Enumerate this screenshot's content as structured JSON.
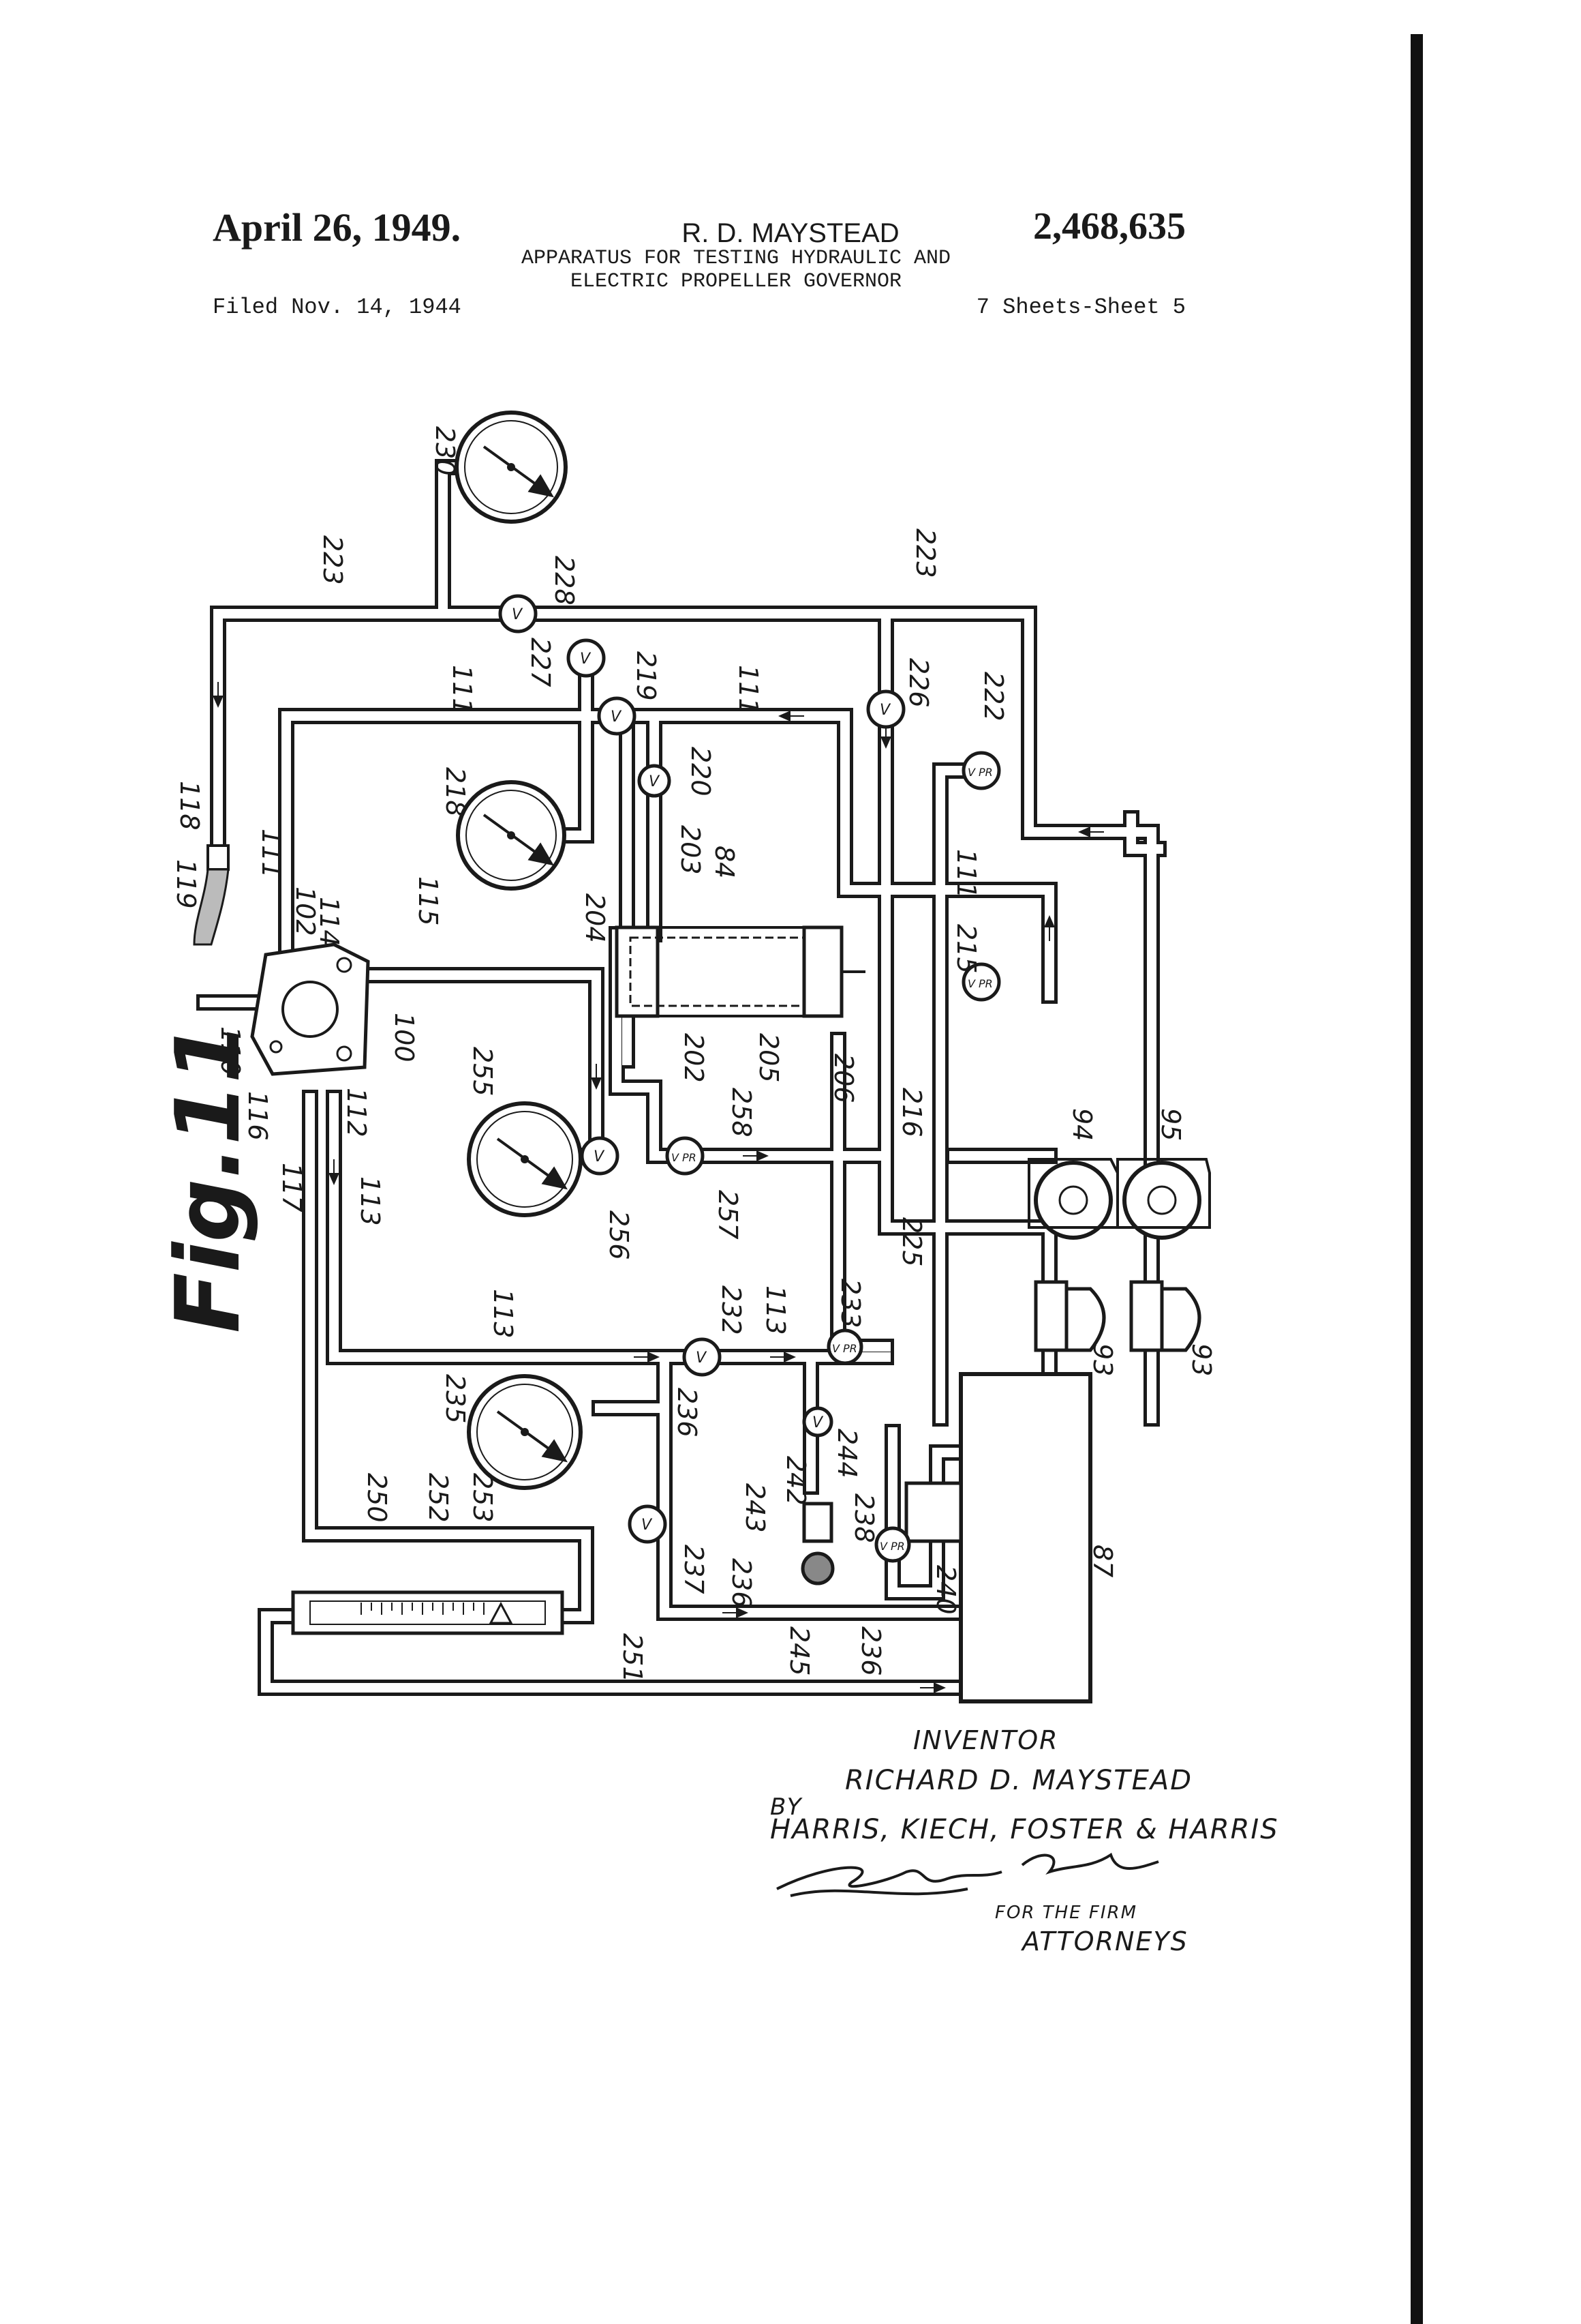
{
  "header": {
    "date": "April 26, 1949.",
    "inventor": "R. D. MAYSTEAD",
    "title_line1": "APPARATUS FOR TESTING HYDRAULIC AND",
    "title_line2": "ELECTRIC PROPELLER GOVERNOR",
    "patent_number": "2,468,635",
    "filed": "Filed Nov. 14, 1944",
    "sheets": "7 Sheets-Sheet 5"
  },
  "figure": {
    "label": "Fig.11",
    "labels": {
      "l230": "230",
      "l223a": "223",
      "l223b": "223",
      "l228": "228",
      "l227": "227",
      "l219": "219",
      "l226": "226",
      "l222": "222",
      "l111a": "111",
      "l111b": "111",
      "l111c": "111",
      "l111d": "111",
      "l118": "118",
      "l119": "119",
      "l218": "218",
      "l220": "220",
      "l203": "203",
      "l84": "84",
      "l204": "204",
      "l115": "115",
      "l114": "114",
      "l102": "102",
      "l100": "100",
      "l110": "110",
      "l116": "116",
      "l112": "112",
      "l215": "215",
      "l202": "202",
      "l205": "205",
      "l206": "206",
      "l258": "258",
      "l216": "216",
      "l225": "225",
      "l255": "255",
      "l256": "256",
      "l257": "257",
      "l94": "94",
      "l95": "95",
      "l117": "117",
      "l113a": "113",
      "l113b": "113",
      "l113c": "113",
      "l232": "232",
      "l233": "233",
      "l93a": "93",
      "l93b": "93",
      "l235": "235",
      "l236a": "236",
      "l236b": "236",
      "l236c": "236",
      "l244": "244",
      "l242": "242",
      "l243": "243",
      "l238": "238",
      "l250": "250",
      "l252": "252",
      "l253": "253",
      "l237": "237",
      "l240": "240",
      "l87": "87",
      "l251": "251",
      "l245": "245"
    },
    "valve_marks": {
      "v": "V",
      "vpr": "V PR"
    }
  },
  "signature": {
    "inventor_label": "INVENTOR",
    "inventor_name": "RICHARD D. MAYSTEAD",
    "by": "BY",
    "firm": "HARRIS, KIECH, FOSTER & HARRIS",
    "for_the_firm": "FOR THE FIRM",
    "attorneys": "ATTORNEYS"
  }
}
